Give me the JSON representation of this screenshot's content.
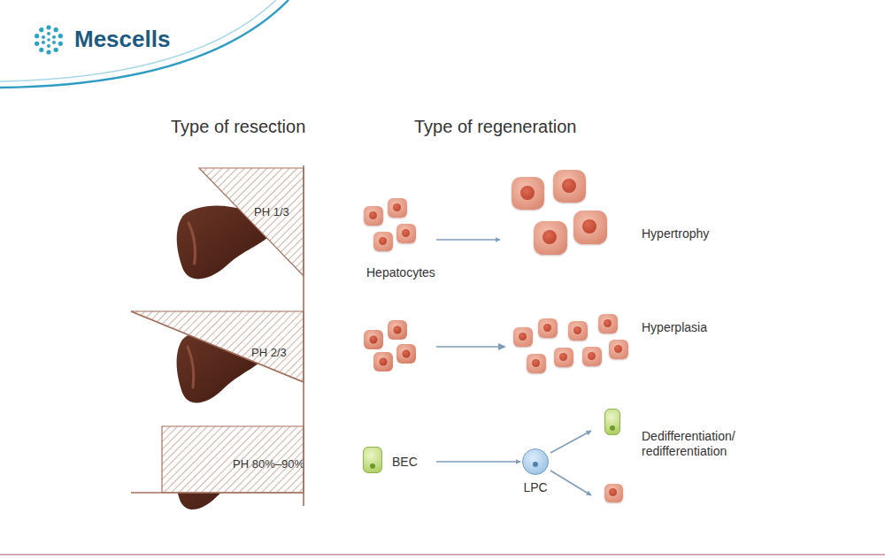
{
  "diagram": {
    "nodes": [
      {
        "text": [
          "PH 1/3"
        ]
      },
      {
        "text": [
          "Hepatocytes"
        ]
      },
      {
        "text": [
          "Hypertrophy"
        ]
      },
      {
        "text": [
          "PH 2/3"
        ]
      },
      {
        "text": [
          "Hyperplasia"
        ]
      },
      {
        "text": [
          "PH 80%–90%"
        ]
      },
      {
        "text": [
          "BEC"
        ]
      },
      {
        "text": [
          "LPC"
        ]
      },
      {
        "text": [
          "Dedifferentiation/ redifferentiation"
        ]
      }
    ],
    "edges": [
      {
        "from": 1,
        "to": 2,
        "arrow": "to"
      },
      {
        "from": 6,
        "to": 7,
        "arrow": "to"
      },
      {
        "from": 7,
        "to": 8,
        "arrow": "to"
      },
      {
        "from": 7,
        "to": 8,
        "arrow": "to"
      }
    ],
    "labels": [
      "Mescells",
      "Type of resection",
      "Type of regeneration"
    ]
  }
}
